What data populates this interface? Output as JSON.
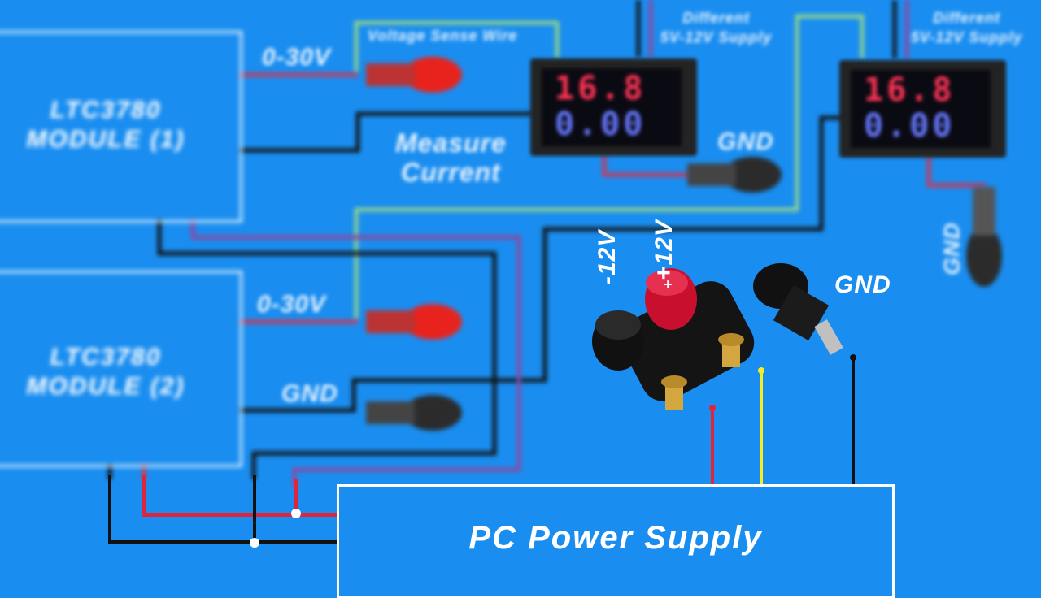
{
  "diagram": {
    "module1": {
      "label": "LTC3780\nMODULE (1)"
    },
    "module2": {
      "label": "LTC3780\nMODULE (2)"
    },
    "out1_label": "0-30V",
    "out2_label": "0-30V",
    "voltage_sense_label": "Voltage Sense Wire",
    "measure_label": "Measure\nCurrent",
    "supply1_label": "Different\n5V-12V Supply",
    "supply2_label": "Different\n5V-12V Supply",
    "gnd_meter1": "GND",
    "gnd_meter2": "GND",
    "gnd_module2": "GND",
    "gnd_main": "GND",
    "neg12_label": "-12V",
    "pos12_label": "+12V",
    "plus_sign": "+",
    "meter1": {
      "voltage": "16.8",
      "current": "0.00"
    },
    "meter2": {
      "voltage": "16.8",
      "current": "0.00"
    },
    "psu_label": "PC Power Supply"
  },
  "colors": {
    "background": "#1a8ef0",
    "wire_red": "#e0243a",
    "wire_black": "#111111",
    "wire_yellow": "#f6ee22",
    "wire_green": "#a8e07a",
    "wire_purple": "#8a4aa0"
  }
}
